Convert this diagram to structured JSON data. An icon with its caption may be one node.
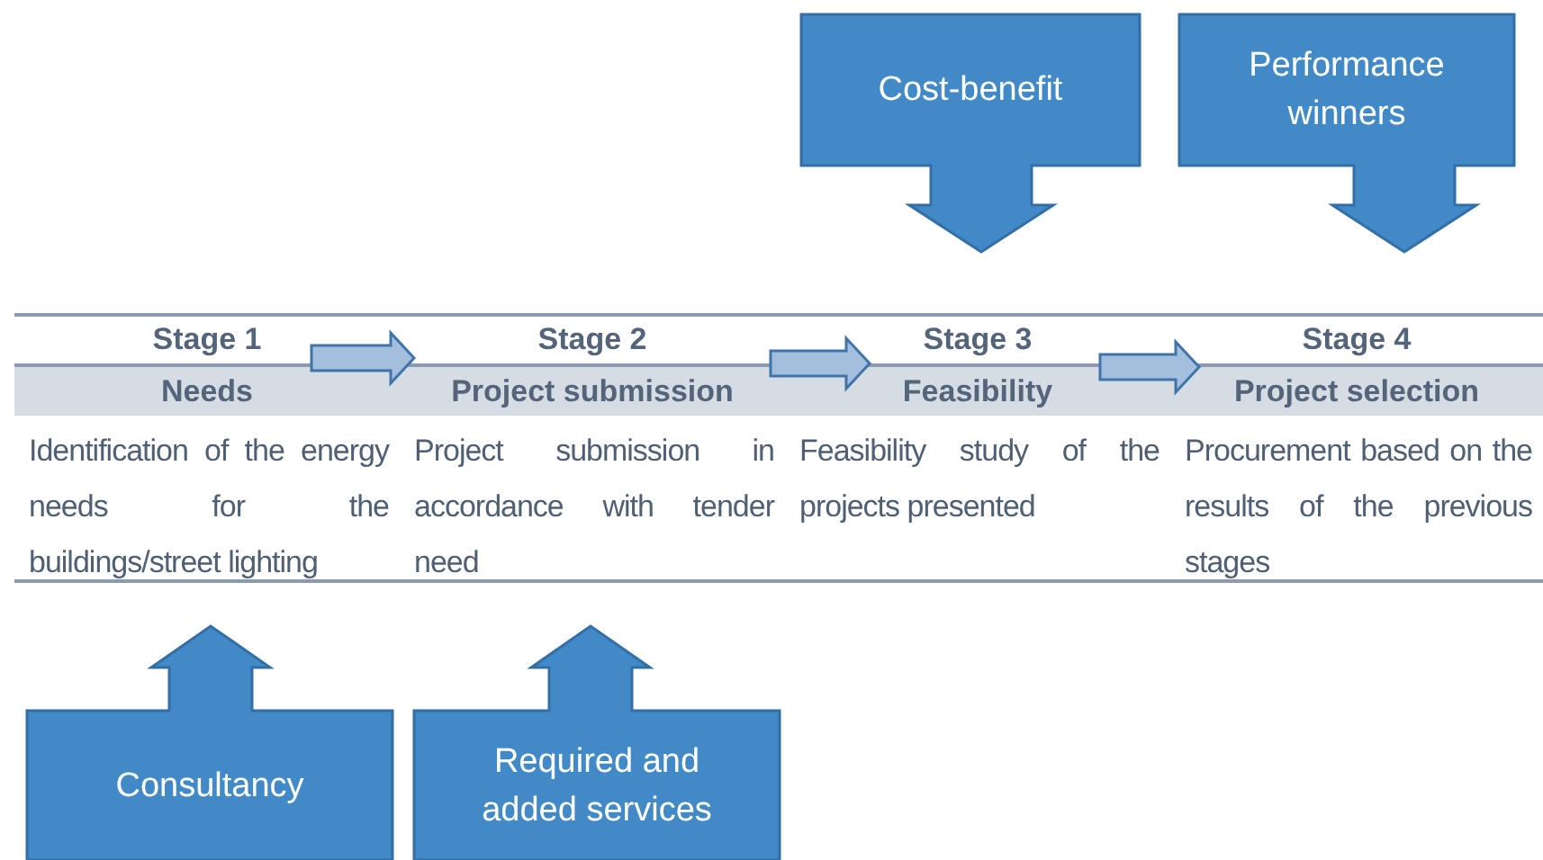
{
  "diagram": {
    "nodes": [
      {
        "text": [
          "Cost-benefit"
        ]
      },
      {
        "text": [
          "Performance winners"
        ]
      },
      {
        "text": [
          "Stage 1",
          "Needs",
          "Identification of the energy needs for the buildings/street lighting"
        ]
      },
      {
        "text": [
          "Stage 2",
          "Project submission",
          "Project submission in accordance with tender need"
        ]
      },
      {
        "text": [
          "Stage 3",
          "Feasibility",
          "Feasibility study of the projects presented"
        ]
      },
      {
        "text": [
          "Stage 4",
          "Project selection",
          "Procurement based on the results of the previous stages"
        ]
      },
      {
        "text": [
          "Consultancy"
        ]
      },
      {
        "text": [
          "Required and added services"
        ]
      }
    ],
    "edges": [
      {
        "from": 2,
        "to": 3,
        "arrow": "to"
      },
      {
        "from": 3,
        "to": 4,
        "arrow": "to"
      },
      {
        "from": 4,
        "to": 5,
        "arrow": "to"
      }
    ]
  }
}
